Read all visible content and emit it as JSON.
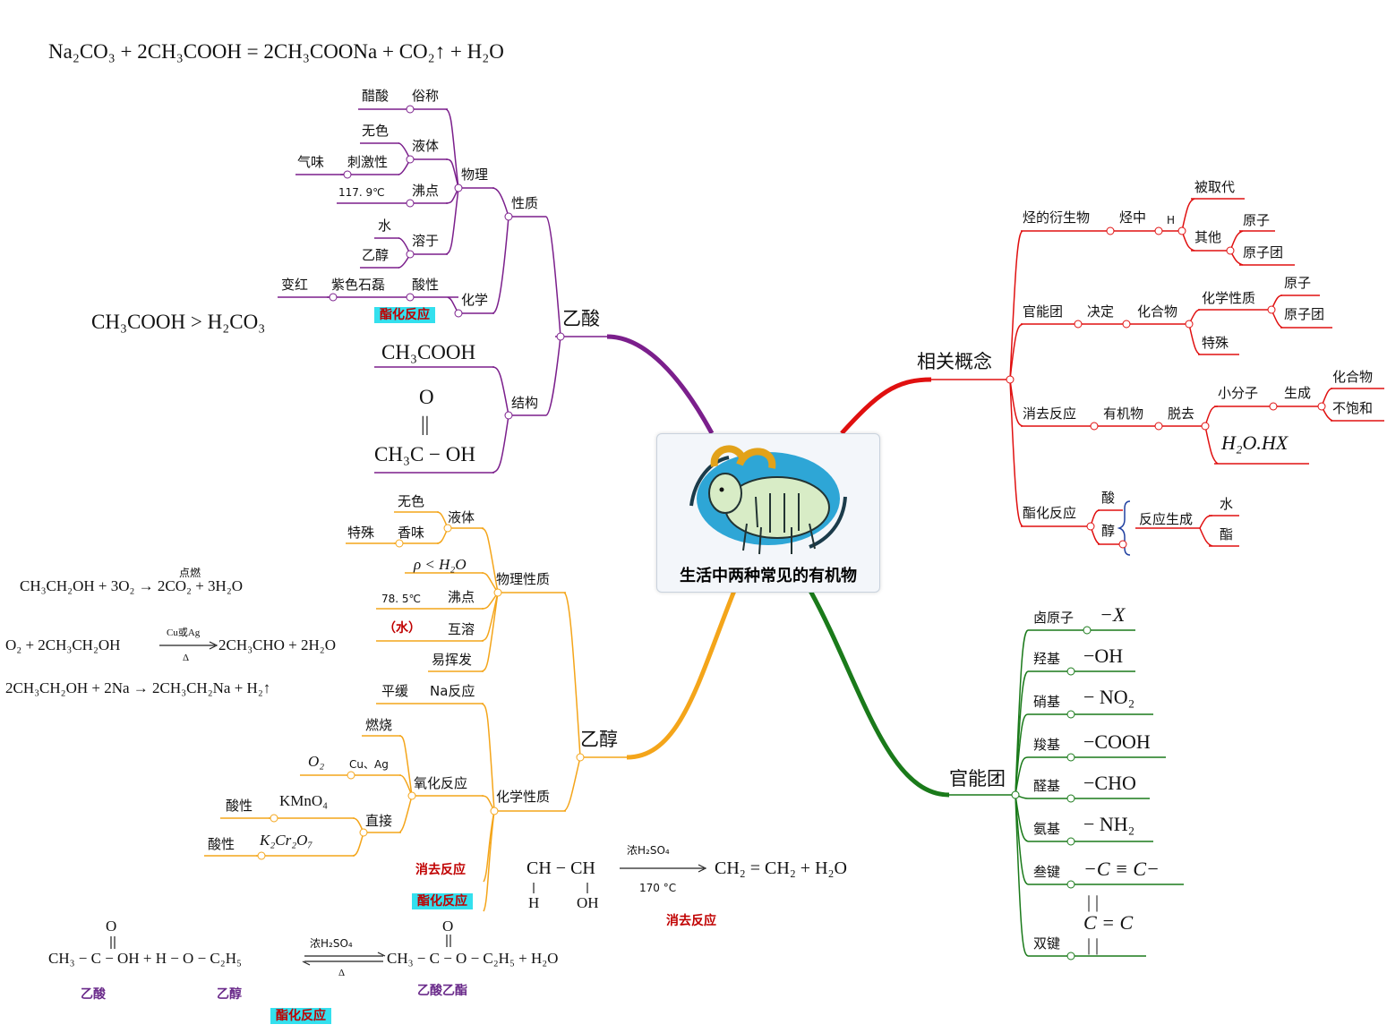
{
  "center": {
    "title": "生活中两种常见的有机物",
    "icon": "goat-icon"
  },
  "top_equation": "Na₂CO₃ + 2CH₃COOH = 2CH₃COONa + CO₂↑ + H₂O",
  "acidity_compare": "CH₃COOH > H₂CO₃",
  "colors": {
    "acetic": "#7b1f8c",
    "ethanol": "#f4a51a",
    "concepts": "#e01010",
    "groups": "#1a7a1a",
    "tag_bg": "#33e0ee",
    "tag_text": "#c00000"
  },
  "acetic": {
    "topic": "乙酸",
    "properties": "性质",
    "physical": "物理",
    "vinegar": "醋酸",
    "common_name": "俗称",
    "colorless": "无色",
    "liquid": "液体",
    "odor": "气味",
    "pungent": "刺激性",
    "bp_value": "117. 9℃",
    "boiling_point": "沸点",
    "water": "水",
    "ethanol": "乙醇",
    "soluble": "溶于",
    "chemical": "化学",
    "turns_red": "变红",
    "litmus": "紫色石磊",
    "acidity": "酸性",
    "esterification": "酯化反应",
    "structure": "结构",
    "formula_short": "CH₃COOH",
    "formula_o": "O",
    "formula_dbl": "||",
    "formula_full": "CH₃C − OH"
  },
  "ethanol": {
    "topic": "乙醇",
    "physical_props": "物理性质",
    "colorless": "无色",
    "liquid": "液体",
    "special": "特殊",
    "fragrance": "香味",
    "density": "ρ < H₂O",
    "bp_value": "78. 5℃",
    "boiling_point": "沸点",
    "water": "（水）",
    "miscible": "互溶",
    "volatile": "易挥发",
    "chemical_props": "化学性质",
    "gentle": "平缓",
    "na_reaction": "Na反应",
    "combustion": "燃烧",
    "o2": "O₂",
    "catalyst": "Cu、Ag",
    "oxidation": "氧化反应",
    "acidic1": "酸性",
    "kmno4": "KMnO₄",
    "direct": "直接",
    "acidic2": "酸性",
    "k2cr2o7": "K₂Cr₂O₇",
    "elimination": "消去反应",
    "esterification": "酯化反应"
  },
  "ethanol_equations": {
    "combustion": "CH₃CH₂OH + 3O₂ → 2CO₂ + 3H₂O",
    "combustion_cond": "点燃",
    "oxidation_left": "O₂ + 2CH₃CH₂OH",
    "oxidation_cond_top": "Cu或Ag",
    "oxidation_cond_bottom": "Δ",
    "oxidation_right": "2CH₃CHO + 2H₂O",
    "sodium": "2CH₃CH₂OH + 2Na → 2CH₃CH₂Na + H₂↑"
  },
  "elimination_eq": {
    "left_top": "CH − CH",
    "left_h": "H",
    "left_oh": "OH",
    "cond_top": "浓H₂SO₄",
    "cond_bottom": "170 °C",
    "right": "CH₂ = CH₂ + H₂O",
    "label": "消去反应"
  },
  "ester_eq": {
    "o1": "O",
    "left": "CH₃ − C − OH + H − O − C₂H₅",
    "cond_top": "浓H₂SO₄",
    "cond_bottom": "Δ",
    "o2": "O",
    "right": "CH₃ − C − O − C₂H₅ + H₂O",
    "acetic": "乙酸",
    "ethanol": "乙醇",
    "ester": "乙酸乙酯",
    "tag": "酯化反应"
  },
  "concepts": {
    "topic": "相关概念",
    "derivative": "烃的衍生物",
    "in_hc": "烃中",
    "h": "H",
    "replaced": "被取代",
    "other": "其他",
    "atom": "原子",
    "group": "原子团",
    "functional": "官能团",
    "determines": "决定",
    "compound": "化合物",
    "chem_props": "化学性质",
    "atom2": "原子",
    "group2": "原子团",
    "special": "特殊",
    "elimination": "消去反应",
    "organic": "有机物",
    "remove": "脱去",
    "small_mol": "小分子",
    "generate": "生成",
    "compound2": "化合物",
    "unsaturated": "不饱和",
    "h2o_hx": "H₂O.HX",
    "esterification": "酯化反应",
    "acid": "酸",
    "alcohol": "醇",
    "react_gen": "反应生成",
    "water": "水",
    "ester": "酯"
  },
  "groups": {
    "topic": "官能团",
    "items": [
      {
        "name": "卤原子",
        "formula": "−X"
      },
      {
        "name": "羟基",
        "formula": "−OH"
      },
      {
        "name": "硝基",
        "formula": "− NO₂"
      },
      {
        "name": "羧基",
        "formula": "−COOH"
      },
      {
        "name": "醛基",
        "formula": "−CHO"
      },
      {
        "name": "氨基",
        "formula": "− NH₂"
      },
      {
        "name": "叁键",
        "formula": "−C ≡ C−"
      },
      {
        "name": "双键",
        "formula": "C = C"
      }
    ],
    "double_bars_top": "|      |",
    "double_bars_bottom": "|      |"
  }
}
